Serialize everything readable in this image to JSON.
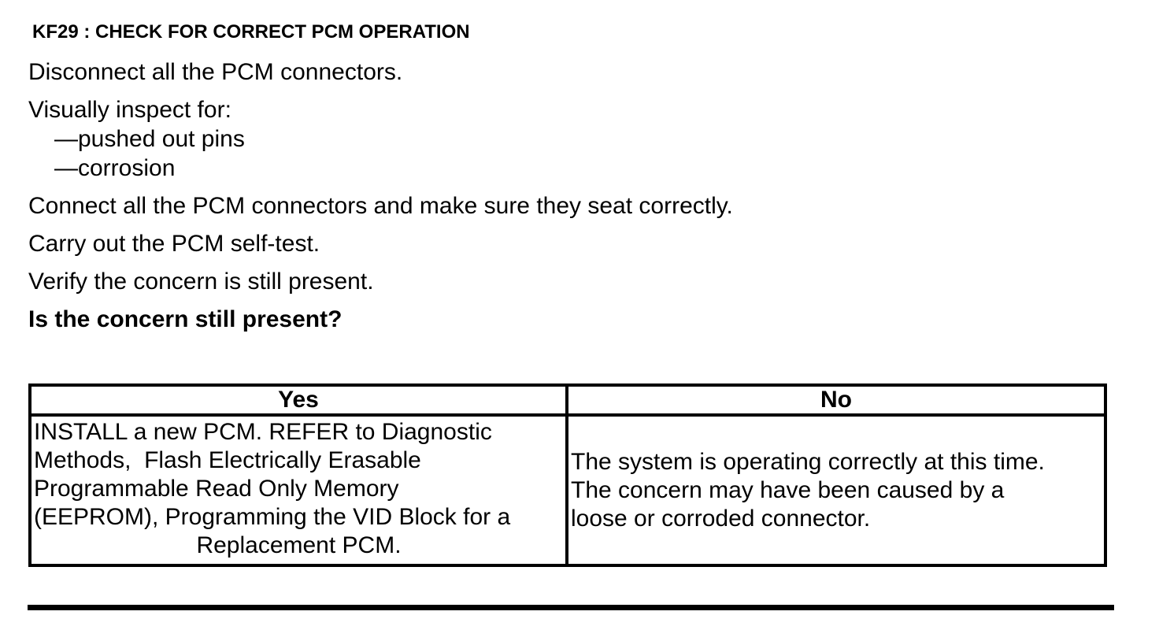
{
  "document": {
    "heading": "KF29 : CHECK FOR CORRECT PCM OPERATION",
    "steps": {
      "disconnect": "Disconnect all the PCM connectors.",
      "inspect_intro": "Visually inspect for:",
      "inspect_items": [
        "—pushed out pins",
        "—corrosion"
      ],
      "connect": "Connect all the PCM connectors and make sure they seat correctly.",
      "self_test": "Carry out the PCM self-test.",
      "verify": "Verify the concern is still present."
    },
    "question": "Is the concern still present?"
  },
  "results_table": {
    "yes_header": "Yes",
    "no_header": "No",
    "yes_lines": [
      "INSTALL a new PCM. REFER to Diagnostic",
      "Methods,  Flash Electrically Erasable",
      "Programmable Read Only Memory",
      "(EEPROM), Programming the VID Block for a",
      "Replacement PCM."
    ],
    "no_lines": [
      "The system is operating correctly at this time.",
      "The concern may have been caused by a",
      "loose or corroded connector."
    ]
  },
  "colors": {
    "text": "#000000",
    "background": "#ffffff",
    "rule": "#000000"
  }
}
